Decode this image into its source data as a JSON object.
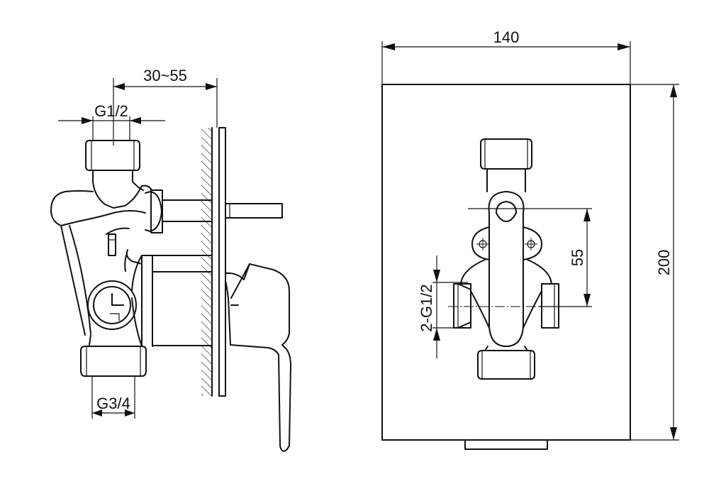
{
  "side_view": {
    "dimension_depth": "30~55",
    "inlet_thread": "G1/2",
    "outlet_thread": "G3/4"
  },
  "front_view": {
    "width": "140",
    "height": "200",
    "center_distance": "55",
    "side_ports": "2-G1/2"
  },
  "colors": {
    "line": "#111111",
    "background": "#ffffff"
  }
}
